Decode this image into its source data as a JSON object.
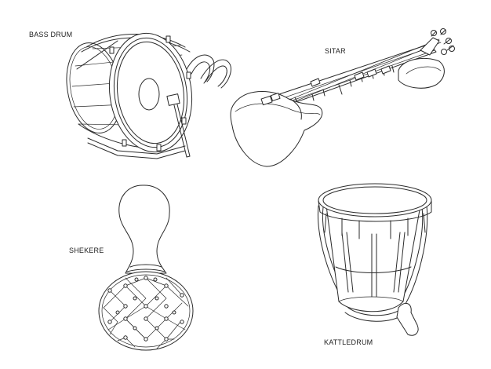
{
  "labels": {
    "bass_drum": "BASS DRUM",
    "sitar": "SITAR",
    "shekere": "SHEKERE",
    "kettledrum": "KATTLEDRUM"
  },
  "colors": {
    "background": "#ffffff",
    "line": "#2a2a2a"
  },
  "illustrations": [
    "bass-drum-drawing",
    "sitar-drawing",
    "shekere-drawing",
    "kettledrum-drawing"
  ]
}
